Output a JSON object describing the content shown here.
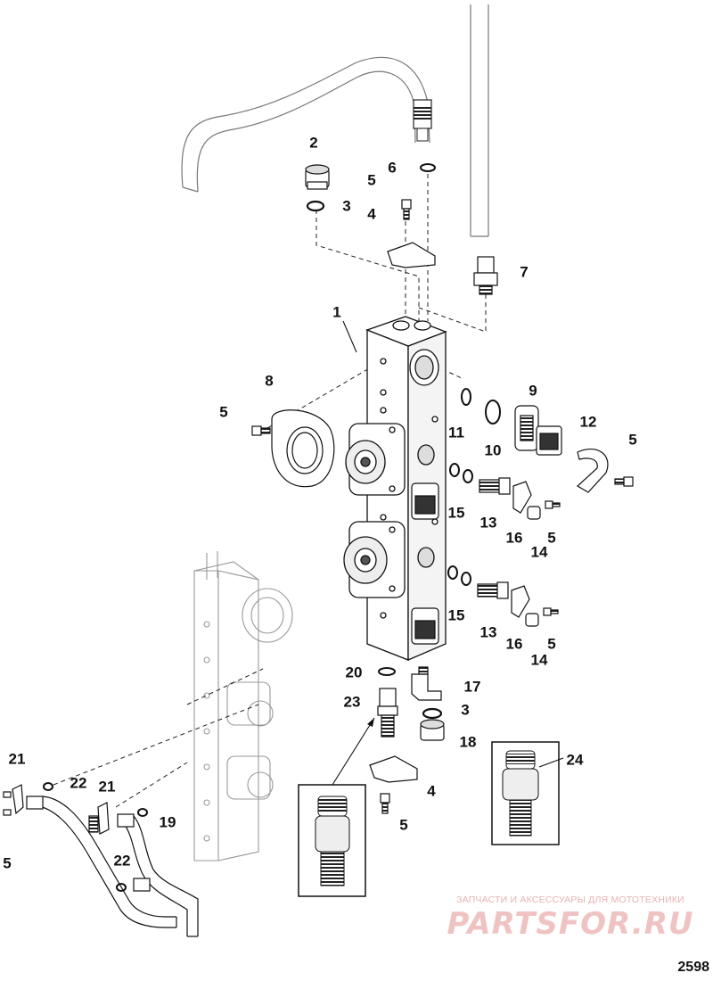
{
  "figure": {
    "number": "2598"
  },
  "watermark": {
    "tagline": "ЗАПЧАСТИ И АКСЕССУАРЫ ДЛЯ МОТОТЕХНИКИ",
    "brand": "PARTSFOR.RU"
  },
  "callouts": [
    {
      "id": "c1",
      "label": "1"
    },
    {
      "id": "c2",
      "label": "2"
    },
    {
      "id": "c3a",
      "label": "3"
    },
    {
      "id": "c4a",
      "label": "4"
    },
    {
      "id": "c5a",
      "label": "5"
    },
    {
      "id": "c6",
      "label": "6"
    },
    {
      "id": "c7",
      "label": "7"
    },
    {
      "id": "c8",
      "label": "8"
    },
    {
      "id": "c5b",
      "label": "5"
    },
    {
      "id": "c9",
      "label": "9"
    },
    {
      "id": "c11",
      "label": "11"
    },
    {
      "id": "c10",
      "label": "10"
    },
    {
      "id": "c12",
      "label": "12"
    },
    {
      "id": "c5c",
      "label": "5"
    },
    {
      "id": "c15a",
      "label": "15"
    },
    {
      "id": "c13a",
      "label": "13"
    },
    {
      "id": "c16a",
      "label": "16"
    },
    {
      "id": "c5d",
      "label": "5"
    },
    {
      "id": "c14a",
      "label": "14"
    },
    {
      "id": "c15b",
      "label": "15"
    },
    {
      "id": "c13b",
      "label": "13"
    },
    {
      "id": "c16b",
      "label": "16"
    },
    {
      "id": "c5e",
      "label": "5"
    },
    {
      "id": "c14b",
      "label": "14"
    },
    {
      "id": "c20",
      "label": "20"
    },
    {
      "id": "c17",
      "label": "17"
    },
    {
      "id": "c23",
      "label": "23"
    },
    {
      "id": "c3b",
      "label": "3"
    },
    {
      "id": "c18",
      "label": "18"
    },
    {
      "id": "c24",
      "label": "24"
    },
    {
      "id": "c21a",
      "label": "21"
    },
    {
      "id": "c22a",
      "label": "22"
    },
    {
      "id": "c21b",
      "label": "21"
    },
    {
      "id": "c19",
      "label": "19"
    },
    {
      "id": "c5f",
      "label": "5"
    },
    {
      "id": "c4b",
      "label": "4"
    },
    {
      "id": "c5g",
      "label": "5"
    },
    {
      "id": "c22b",
      "label": "22"
    }
  ]
}
